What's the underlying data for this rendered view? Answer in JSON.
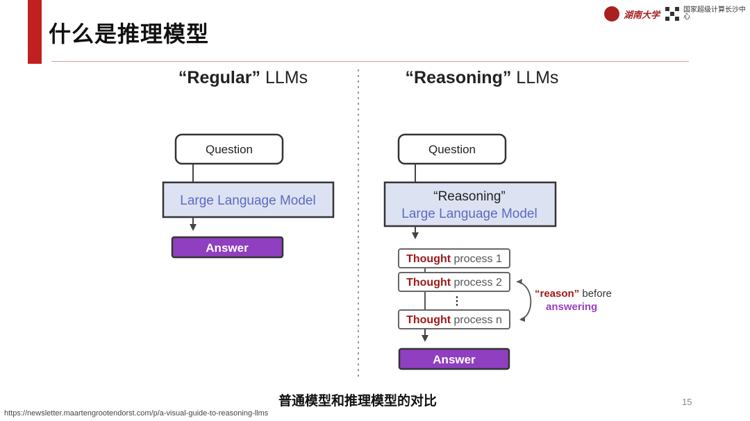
{
  "slide": {
    "title": "什么是推理模型",
    "caption": "普通模型和推理模型的对比",
    "page_number": "15",
    "source": "https://newsletter.maartengrootendorst.com/p/a-visual-guide-to-reasoning-llms"
  },
  "logos": {
    "university": "湖南大学",
    "center": "国家超级计算长沙中心"
  },
  "left": {
    "heading_bold": "“Regular”",
    "heading_rest": " LLMs",
    "question": "Question",
    "model": "Large Language Model",
    "answer": "Answer"
  },
  "right": {
    "heading_bold": "“Reasoning”",
    "heading_rest": " LLMs",
    "question": "Question",
    "model_line1": "“Reasoning”",
    "model_line2": "Large Language Model",
    "thoughts": [
      {
        "bold": "Thought",
        "rest": " process 1"
      },
      {
        "bold": "Thought",
        "rest": " process 2"
      },
      {
        "bold": "Thought",
        "rest": " process n"
      }
    ],
    "ellipsis": "⋮",
    "answer": "Answer",
    "note_bold": "“reason”",
    "note_rest": " before",
    "note_line2": "answering"
  },
  "colors": {
    "accent_red": "#c0201f",
    "model_fill": "#dde2f3",
    "model_text": "#5b6bbf",
    "answer_fill": "#8f3fbf",
    "thought_red": "#a01818",
    "answering_purple": "#9b3fbf"
  }
}
